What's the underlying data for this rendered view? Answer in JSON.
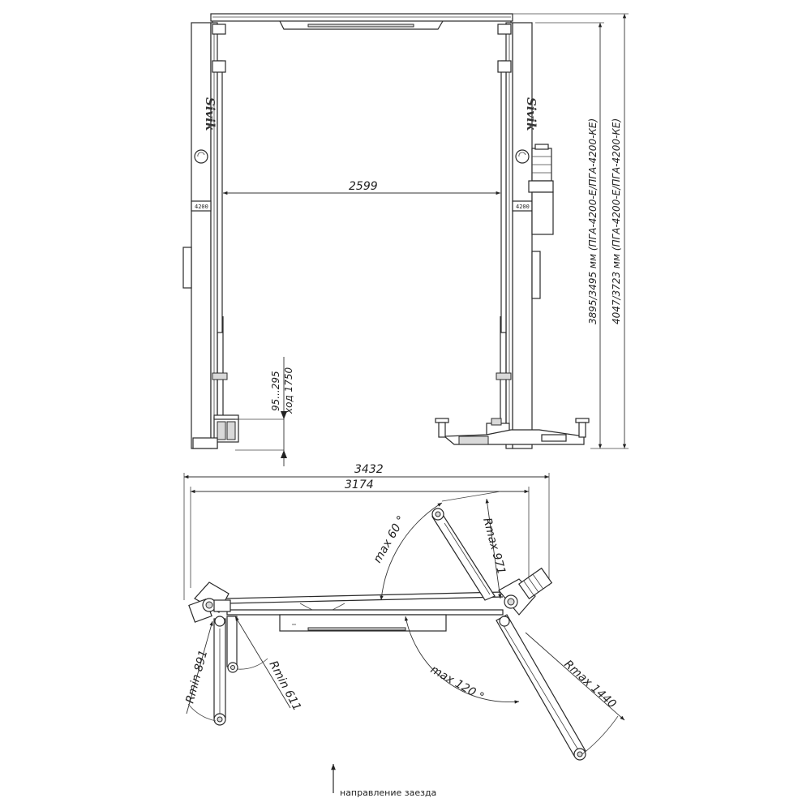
{
  "front_view": {
    "width_between_columns": "2599",
    "pad_height_range": "95...295",
    "lift_travel": "ход 1750",
    "overall_height": "3895/3495 мм (ПГА-4200-Е/ПГА-4200-КЕ)",
    "max_height": "4047/3723 мм (ПГА-4200-Е/ПГА-4200-КЕ)",
    "brand_logo": "Sivik",
    "column_badge": "4200"
  },
  "top_view": {
    "overall_width": "3432",
    "column_width": "3174",
    "short_arm_max_angle": "max 60 °",
    "short_arm_rmax": "Rmax 971",
    "long_arm_max_angle": "max 120 °",
    "long_arm_rmax": "Rmax 1440",
    "short_arm_rmin": "Rmin 611",
    "long_arm_rmin": "Rmin 891"
  },
  "drive_direction": {
    "label": "направление заезда",
    "icon": "arrow-up-icon"
  }
}
